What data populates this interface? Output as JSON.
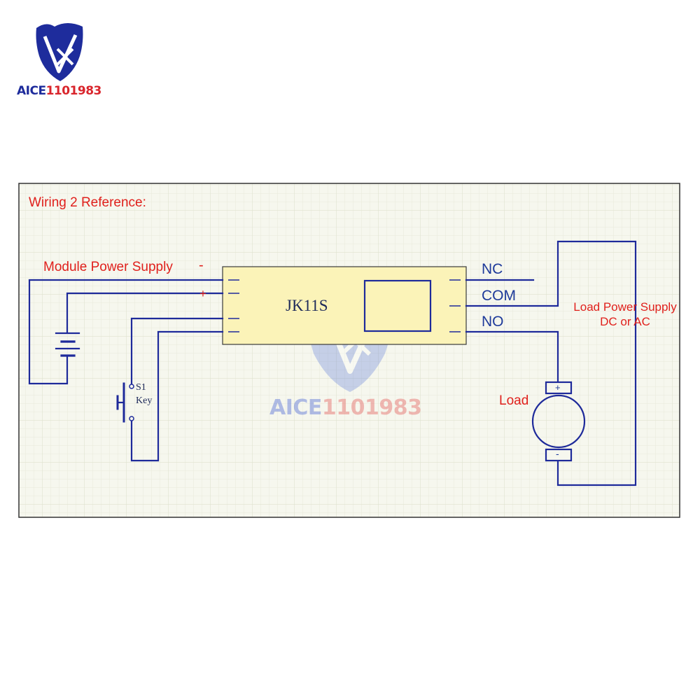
{
  "brand": {
    "name_part1": "AICE",
    "name_part2": "1101983",
    "logo_icon": "shield-logo-icon"
  },
  "diagram": {
    "title": "Wiring 2 Reference:",
    "module_power_label": "Module Power Supply",
    "minus_sign": "-",
    "plus_sign": "+",
    "module_name": "JK11S",
    "relay_terminals": {
      "nc": "NC",
      "com": "COM",
      "no": "NO"
    },
    "load_supply_line1": "Load Power Supply",
    "load_supply_line2": "DC or AC",
    "load_label": "Load",
    "motor_plus": "+",
    "motor_minus": "-",
    "switch_ref": "S1",
    "switch_name": "Key"
  },
  "colors": {
    "wire": "#1e2a9a",
    "label_red": "#e0201c",
    "module_fill": "#fbf3b8",
    "grid_bg": "#f6f7ee"
  }
}
